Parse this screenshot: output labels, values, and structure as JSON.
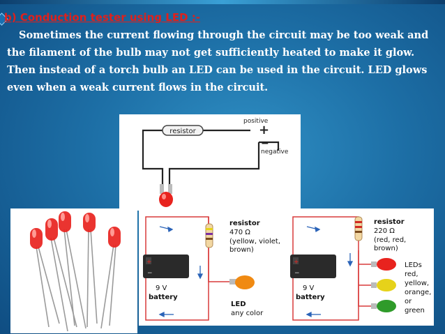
{
  "slide": {
    "heading": "b) Conduction tester using LED :-",
    "paragraph": "Sometimes the current flowing through the circuit may be too weak and the filament of the bulb may not get sufficiently heated to make it glow. Then instead of a torch bulb an LED can be used in the circuit. LED glows even when a weak current flows in the circuit."
  },
  "circuit_top": {
    "resistor_label": "resistor",
    "positive_label": "positive",
    "negative_label": "negative",
    "plus_sign": "+",
    "minus_sign": "−"
  },
  "diagram_1": {
    "resistor_title": "resistor",
    "resistor_value": "470 Ω",
    "resistor_colors_line1": "(yellow, violet,",
    "resistor_colors_line2": "brown)",
    "battery_voltage": "9 V",
    "battery_label": "battery",
    "led_title": "LED",
    "led_subtitle": "any color",
    "plus_sign": "+",
    "minus_sign": "−"
  },
  "diagram_2": {
    "resistor_title": "resistor",
    "resistor_value": "220 Ω",
    "resistor_colors_line1": "(red, red,",
    "resistor_colors_line2": "brown)",
    "battery_voltage": "9 V",
    "battery_label": "battery",
    "leds_line1": "LEDs",
    "leds_line2": "red,",
    "leds_line3": "yellow,",
    "leds_line4": "orange,",
    "leds_line5": "or",
    "leds_line6": "green",
    "plus_sign": "+",
    "minus_sign": "−"
  },
  "colors": {
    "heading": "#e0201b",
    "body_text": "#ffffff",
    "led_red": "#e8231e",
    "led_orange": "#f08a12",
    "led_yellow": "#e6d21a",
    "led_green": "#2f9b2a",
    "wire_red": "#d93a3a",
    "arrow_blue": "#2a63b8"
  }
}
